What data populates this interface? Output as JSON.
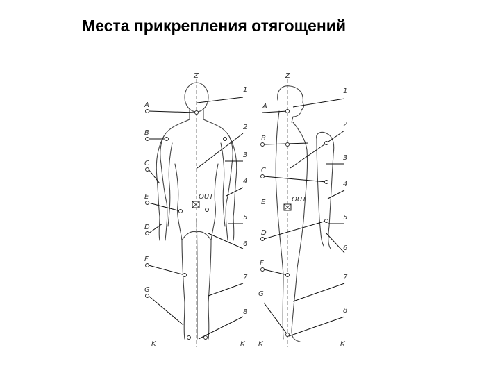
{
  "title": "Места прикрепления отягощений",
  "figure": {
    "front": {
      "axis_label": "Z",
      "left_labels": [
        "A",
        "B",
        "C",
        "E",
        "D",
        "F",
        "G",
        "K"
      ],
      "right_labels": [
        "1",
        "2",
        "3",
        "4",
        "5",
        "6",
        "7",
        "8",
        "K"
      ],
      "box_label": "OUT"
    },
    "side": {
      "axis_label": "Z",
      "left_labels": [
        "A",
        "B",
        "C",
        "E",
        "D",
        "F",
        "G",
        "K"
      ],
      "right_labels": [
        "1",
        "2",
        "3",
        "4",
        "5",
        "6",
        "7",
        "8",
        "K"
      ],
      "box_label": "OUT"
    }
  }
}
